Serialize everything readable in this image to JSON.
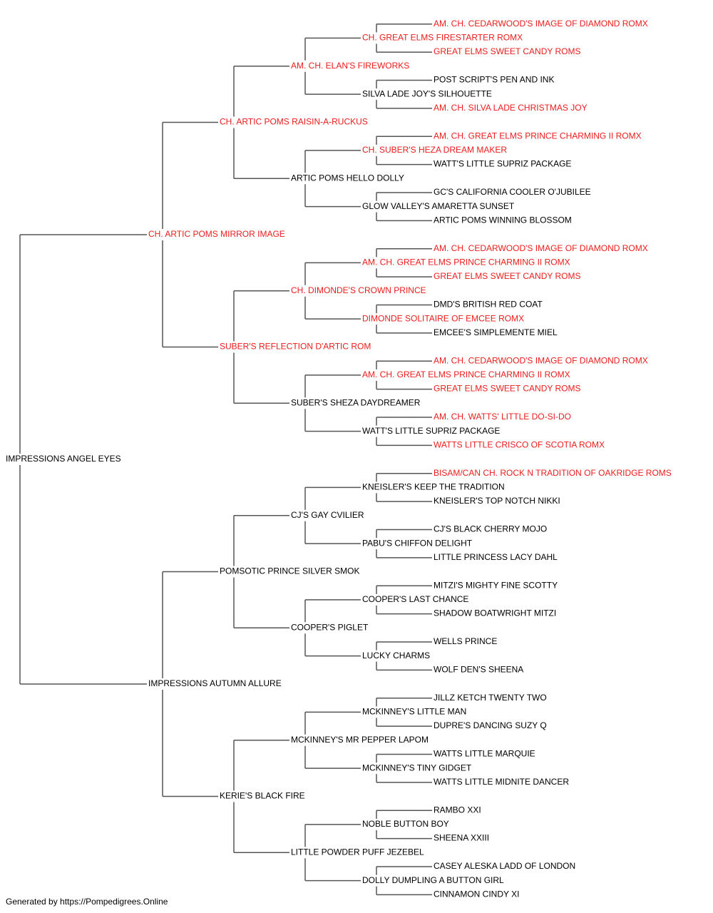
{
  "colors": {
    "champion": "#ee1c1c",
    "normal": "#000000",
    "line": "#555555"
  },
  "tree": {
    "name": "IMPRESSIONS ANGEL EYES",
    "champion": false,
    "sire": {
      "name": "CH. ARTIC POMS MIRROR IMAGE",
      "champion": true,
      "sire": {
        "name": "CH. ARTIC POMS RAISIN-A-RUCKUS",
        "champion": true,
        "sire": {
          "name": "AM. CH. ELAN'S FIREWORKS",
          "champion": true,
          "sire": {
            "name": "CH. GREAT ELMS FIRESTARTER ROMX",
            "champion": true,
            "sire": {
              "name": "AM. CH. CEDARWOOD'S IMAGE OF DIAMOND ROMX",
              "champion": true
            },
            "dam": {
              "name": "GREAT ELMS SWEET CANDY ROMS",
              "champion": true
            }
          },
          "dam": {
            "name": "SILVA LADE JOY'S SILHOUETTE",
            "champion": false,
            "sire": {
              "name": "POST SCRIPT'S PEN AND INK",
              "champion": false
            },
            "dam": {
              "name": "AM. CH. SILVA LADE CHRISTMAS JOY",
              "champion": true
            }
          }
        },
        "dam": {
          "name": "ARTIC POMS HELLO DOLLY",
          "champion": false,
          "sire": {
            "name": "CH. SUBER'S HEZA DREAM MAKER",
            "champion": true,
            "sire": {
              "name": "AM. CH. GREAT ELMS PRINCE CHARMING II ROMX",
              "champion": true
            },
            "dam": {
              "name": "WATT'S LITTLE SUPRIZ PACKAGE",
              "champion": false
            }
          },
          "dam": {
            "name": "GLOW VALLEY'S AMARETTA SUNSET",
            "champion": false,
            "sire": {
              "name": "GC'S CALIFORNIA COOLER O'JUBILEE",
              "champion": false
            },
            "dam": {
              "name": "ARTIC POMS WINNING BLOSSOM",
              "champion": false
            }
          }
        }
      },
      "dam": {
        "name": "SUBER'S REFLECTION D'ARTIC ROM",
        "champion": true,
        "sire": {
          "name": "CH. DIMONDE'S CROWN PRINCE",
          "champion": true,
          "sire": {
            "name": "AM. CH. GREAT ELMS PRINCE CHARMING II ROMX",
            "champion": true,
            "sire": {
              "name": "AM. CH. CEDARWOOD'S IMAGE OF DIAMOND ROMX",
              "champion": true
            },
            "dam": {
              "name": "GREAT ELMS SWEET CANDY ROMS",
              "champion": true
            }
          },
          "dam": {
            "name": "DIMONDE SOLITAIRE OF EMCEE ROMX",
            "champion": true,
            "sire": {
              "name": "DMD'S BRITISH RED COAT",
              "champion": false
            },
            "dam": {
              "name": "EMCEE'S SIMPLEMENTE MIEL",
              "champion": false
            }
          }
        },
        "dam": {
          "name": "SUBER'S SHEZA DAYDREAMER",
          "champion": false,
          "sire": {
            "name": "AM. CH. GREAT ELMS PRINCE CHARMING II ROMX",
            "champion": true,
            "sire": {
              "name": "AM. CH. CEDARWOOD'S IMAGE OF DIAMOND ROMX",
              "champion": true
            },
            "dam": {
              "name": "GREAT ELMS SWEET CANDY ROMS",
              "champion": true
            }
          },
          "dam": {
            "name": "WATT'S LITTLE SUPRIZ PACKAGE",
            "champion": false,
            "sire": {
              "name": "AM. CH. WATTS' LITTLE DO-SI-DO",
              "champion": true
            },
            "dam": {
              "name": "WATTS LITTLE CRISCO OF SCOTIA ROMX",
              "champion": true
            }
          }
        }
      }
    },
    "dam": {
      "name": "IMPRESSIONS AUTUMN ALLURE",
      "champion": false,
      "sire": {
        "name": "POMSOTIC PRINCE SILVER SMOK",
        "champion": false,
        "sire": {
          "name": "CJ'S GAY CVILIER",
          "champion": false,
          "sire": {
            "name": "KNEISLER'S KEEP THE TRADITION",
            "champion": false,
            "sire": {
              "name": "BISAM/CAN CH. ROCK N TRADITION OF OAKRIDGE ROMS",
              "champion": true
            },
            "dam": {
              "name": "KNEISLER'S TOP NOTCH NIKKI",
              "champion": false
            }
          },
          "dam": {
            "name": "PABU'S CHIFFON DELIGHT",
            "champion": false,
            "sire": {
              "name": "CJ'S BLACK CHERRY MOJO",
              "champion": false
            },
            "dam": {
              "name": "LITTLE PRINCESS LACY DAHL",
              "champion": false
            }
          }
        },
        "dam": {
          "name": "COOPER'S PIGLET",
          "champion": false,
          "sire": {
            "name": "COOPER'S LAST CHANCE",
            "champion": false,
            "sire": {
              "name": "MITZI'S MIGHTY FINE SCOTTY",
              "champion": false
            },
            "dam": {
              "name": "SHADOW BOATWRIGHT MITZI",
              "champion": false
            }
          },
          "dam": {
            "name": "LUCKY CHARMS",
            "champion": false,
            "sire": {
              "name": "WELLS PRINCE",
              "champion": false
            },
            "dam": {
              "name": "WOLF DEN'S SHEENA",
              "champion": false
            }
          }
        }
      },
      "dam": {
        "name": "KERIE'S BLACK FIRE",
        "champion": false,
        "sire": {
          "name": "MCKINNEY'S MR PEPPER LAPOM",
          "champion": false,
          "sire": {
            "name": "MCKINNEY'S LITTLE MAN",
            "champion": false,
            "sire": {
              "name": "JILLZ KETCH TWENTY TWO",
              "champion": false
            },
            "dam": {
              "name": "DUPRE'S DANCING SUZY Q",
              "champion": false
            }
          },
          "dam": {
            "name": "MCKINNEY'S TINY GIDGET",
            "champion": false,
            "sire": {
              "name": "WATTS LITTLE MARQUIE",
              "champion": false
            },
            "dam": {
              "name": "WATTS LITTLE MIDNITE DANCER",
              "champion": false
            }
          }
        },
        "dam": {
          "name": "LITTLE POWDER PUFF JEZEBEL",
          "champion": false,
          "sire": {
            "name": "NOBLE BUTTON BOY",
            "champion": false,
            "sire": {
              "name": "RAMBO XXI",
              "champion": false
            },
            "dam": {
              "name": "SHEENA XXIII",
              "champion": false
            }
          },
          "dam": {
            "name": "DOLLY DUMPLING A BUTTON GIRL",
            "champion": false,
            "sire": {
              "name": "CASEY ALESKA LADD OF LONDON",
              "champion": false
            },
            "dam": {
              "name": "CINNAMON CINDY XI",
              "champion": false
            }
          }
        }
      }
    }
  },
  "footer": {
    "text": "Generated by https://Pompedigrees.Online"
  }
}
